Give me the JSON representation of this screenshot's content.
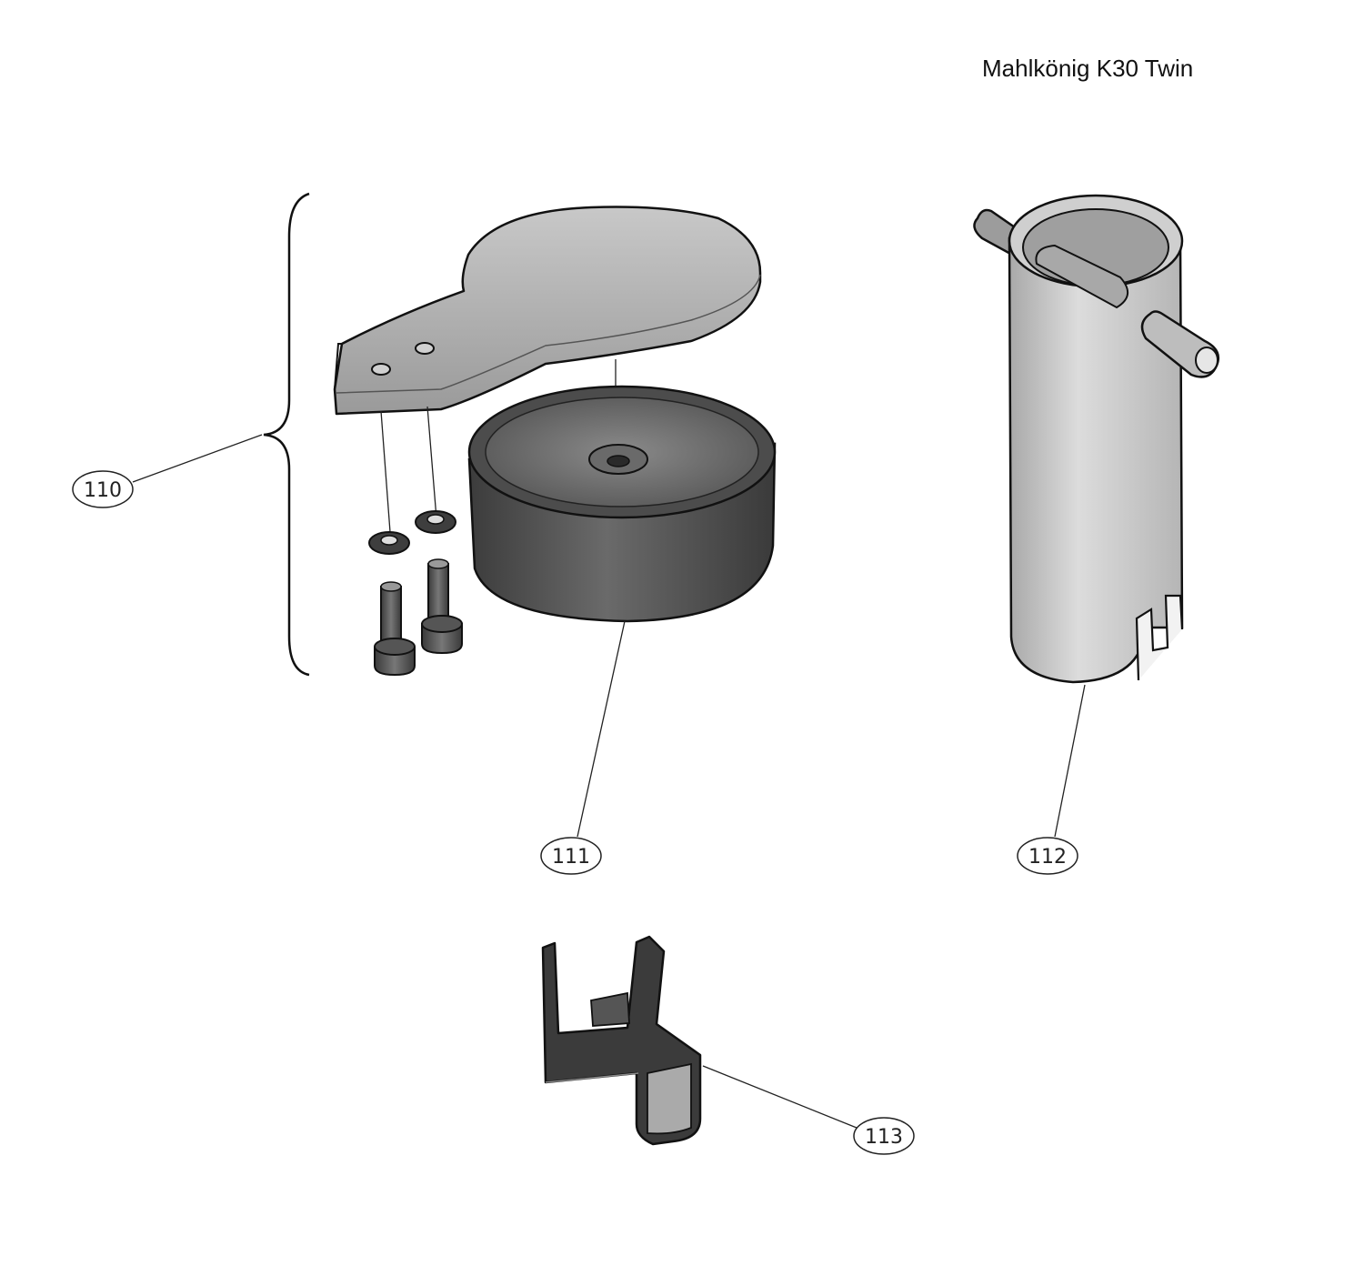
{
  "title": "Mahlkönig K30 Twin",
  "callouts": {
    "c110": "110",
    "c111": "111",
    "c112": "112",
    "c113": "113"
  },
  "colors": {
    "light_metal": "#b8b8b8",
    "dark_part": "#4a4a4a",
    "outline": "#111111",
    "pipe": "#c9c9c9"
  }
}
